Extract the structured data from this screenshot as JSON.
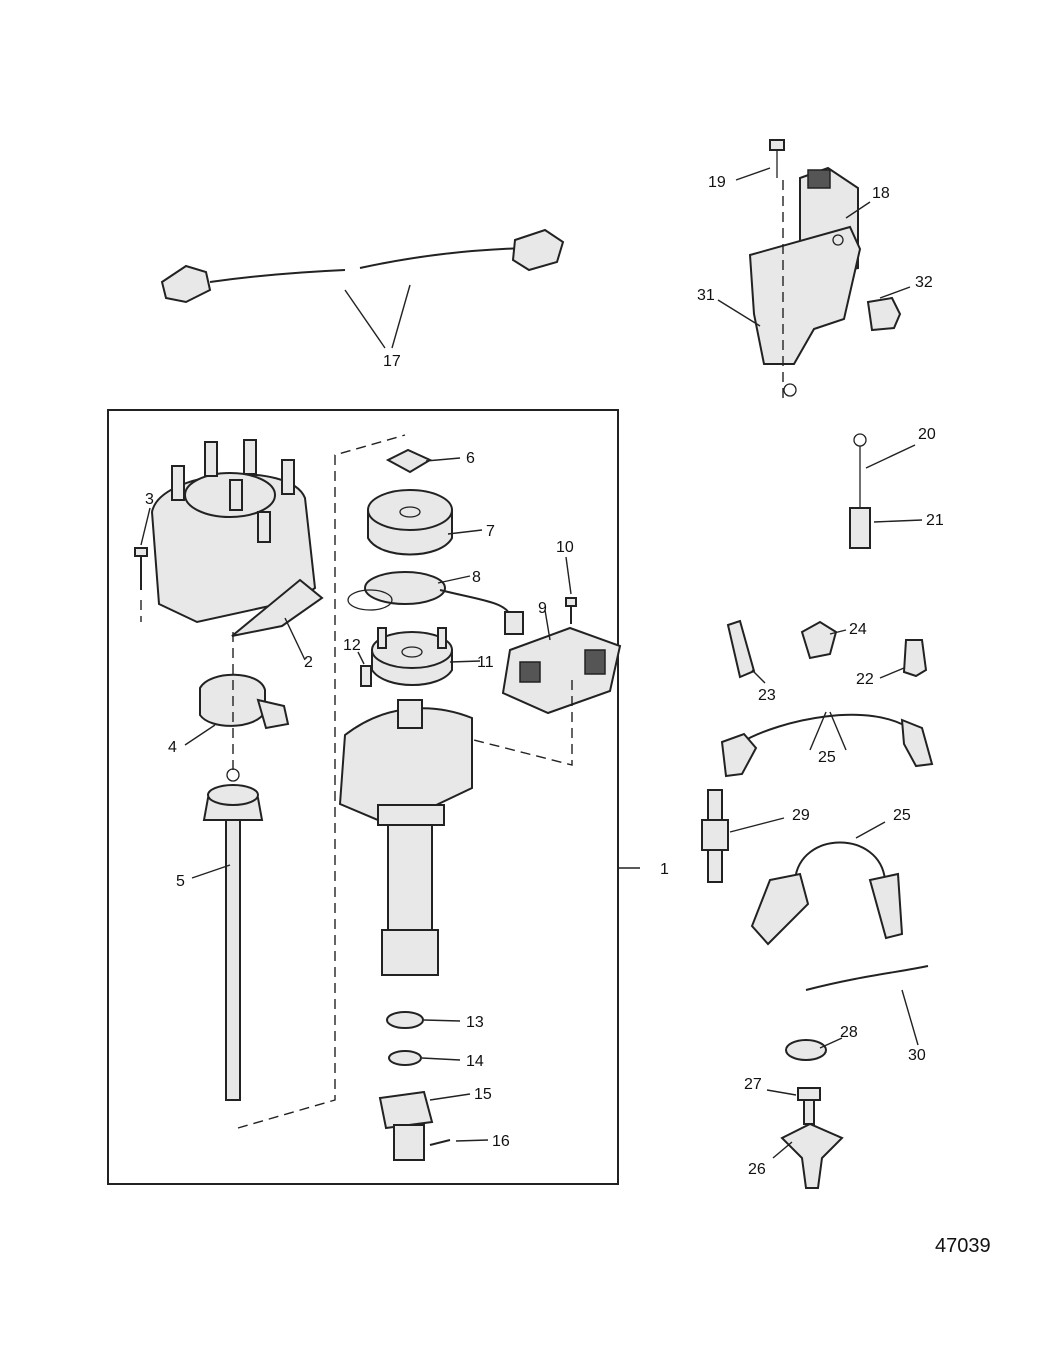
{
  "callouts": {
    "c1": "1",
    "c2": "2",
    "c3": "3",
    "c4": "4",
    "c5": "5",
    "c6": "6",
    "c7": "7",
    "c8": "8",
    "c9": "9",
    "c10": "10",
    "c11": "11",
    "c12": "12",
    "c13": "13",
    "c14": "14",
    "c15": "15",
    "c16": "16",
    "c17": "17",
    "c18": "18",
    "c19": "19",
    "c20": "20",
    "c21": "21",
    "c22": "22",
    "c23": "23",
    "c24": "24",
    "c25a": "25",
    "c25b": "25",
    "c26": "26",
    "c27": "27",
    "c28": "28",
    "c29": "29",
    "c30": "30",
    "c31": "31",
    "c32": "32"
  },
  "figure_number": "47039"
}
